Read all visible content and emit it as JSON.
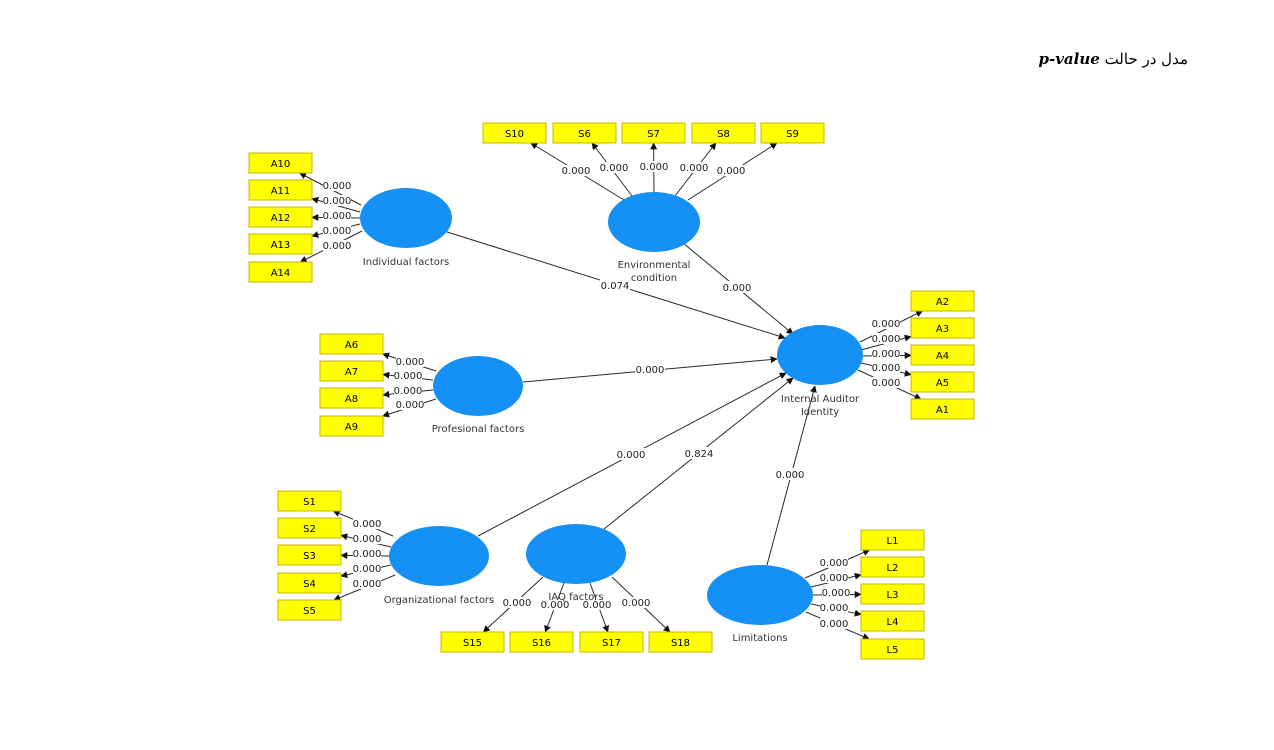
{
  "caption": {
    "prefix": "مدل در حالت",
    "pvalue": "p-value"
  },
  "colors": {
    "construct_fill": "#1590f5",
    "indicator_fill": "#ffff00",
    "indicator_border": "#c8b400",
    "line": "#2a2a2a"
  },
  "constructs": {
    "individual": {
      "name_lines": [
        "Individual factors"
      ]
    },
    "environmental": {
      "name_lines": [
        "Environmental",
        "condition"
      ]
    },
    "profesional": {
      "name_lines": [
        "Profesional factors"
      ]
    },
    "internal": {
      "name_lines": [
        "Internal Auditor",
        "Identity"
      ]
    },
    "organizational": {
      "name_lines": [
        "Organizational factors"
      ]
    },
    "iaq": {
      "name_lines": [
        "IAQ factors"
      ]
    },
    "limitations": {
      "name_lines": [
        "Limitations"
      ]
    }
  },
  "indicators": {
    "individual": [
      "A10",
      "A11",
      "A12",
      "A13",
      "A14"
    ],
    "environmental": [
      "S10",
      "S6",
      "S7",
      "S8",
      "S9"
    ],
    "profesional": [
      "A6",
      "A7",
      "A8",
      "A9"
    ],
    "internal": [
      "A2",
      "A3",
      "A4",
      "A5",
      "A1"
    ],
    "organizational": [
      "S1",
      "S2",
      "S3",
      "S4",
      "S5"
    ],
    "iaq": [
      "S15",
      "S16",
      "S17",
      "S18"
    ],
    "limitations": [
      "L1",
      "L2",
      "L3",
      "L4",
      "L5"
    ]
  },
  "loadings_pvalues": {
    "individual": [
      "0.000",
      "0.000",
      "0.000",
      "0.000",
      "0.000"
    ],
    "environmental": [
      "0.000",
      "0.000",
      "0.000",
      "0.000",
      "0.000"
    ],
    "profesional": [
      "0.000",
      "0.000",
      "0.000",
      "0.000"
    ],
    "internal": [
      "0.000",
      "0.000",
      "0.000",
      "0.000",
      "0.000"
    ],
    "organizational": [
      "0.000",
      "0.000",
      "0.000",
      "0.000",
      "0.000"
    ],
    "iaq": [
      "0.000",
      "0.000",
      "0.000",
      "0.000"
    ],
    "limitations": [
      "0.000",
      "0.000",
      "0.000",
      "0.000",
      "0.000"
    ]
  },
  "paths": {
    "individual": "0.074",
    "environmental": "0.000",
    "profesional": "0.000",
    "organizational": "0.000",
    "iaq": "0.824",
    "limitations": "0.000"
  }
}
